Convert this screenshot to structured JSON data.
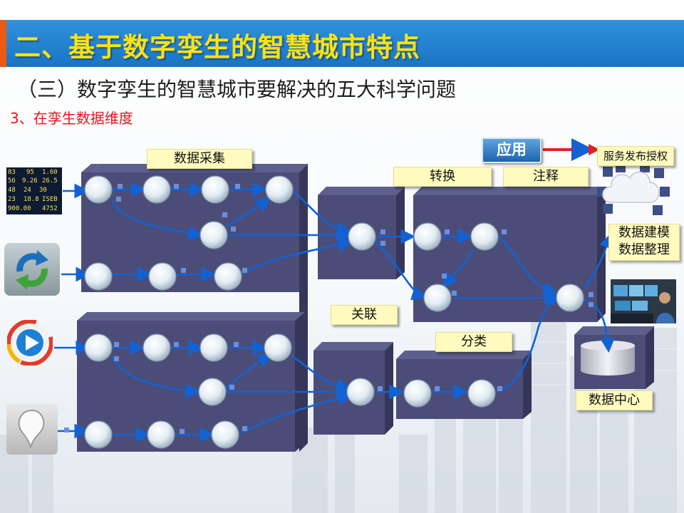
{
  "header": {
    "title": "二、基于数字孪生的智慧城市特点",
    "subtitle": "（三）数字孪生的智慧城市要解决的五大科学问题",
    "section": "3、在孪生数据维度"
  },
  "diagram": {
    "labels": {
      "collect": "数据采集",
      "convert": "转换",
      "annotate": "注释",
      "associate": "关联",
      "classify": "分类",
      "service": "服务发布授权",
      "modeling": "数据建模",
      "cleanup": "数据整理",
      "datacenter": "数据中心"
    },
    "app_button": "应用",
    "ticker_text": [
      "83",
      "95",
      "1.60",
      "56",
      "9.26",
      "26.5",
      "48",
      "24",
      "30",
      "23",
      "18.8",
      "ISEB",
      "900.00",
      "4752"
    ]
  },
  "colors": {
    "title_bar": "#1a74c5",
    "title_text": "#ffe312",
    "accent": "#ea5a14",
    "section_text": "#e8141c",
    "box": "#4b4d78",
    "arrow": "#1262d4",
    "label_bg": "#fffbbf"
  }
}
